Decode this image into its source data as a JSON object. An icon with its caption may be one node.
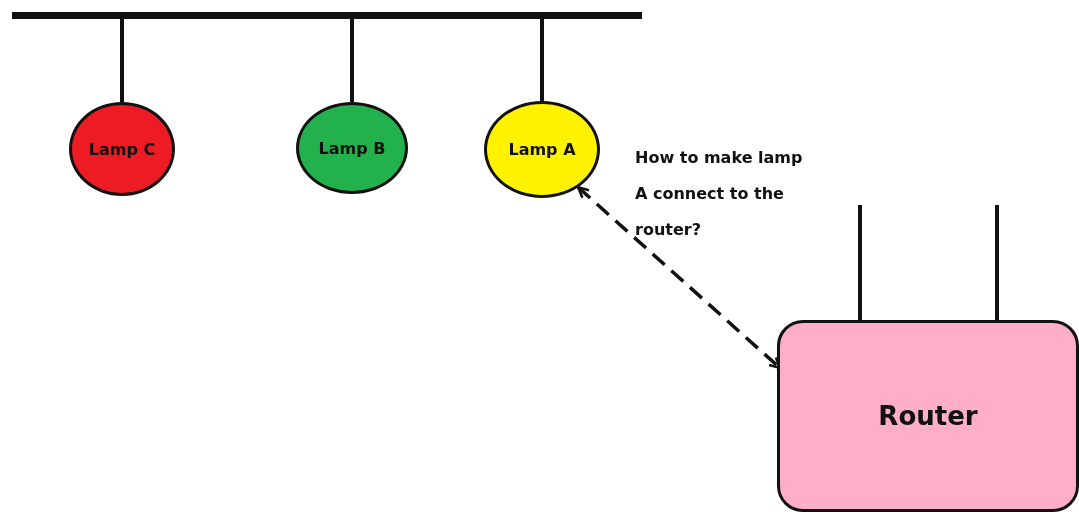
{
  "diagram": {
    "nodes": [
      {
        "text": [],
        "shape": "bar"
      },
      {
        "text": [
          "Lamp C"
        ]
      },
      {
        "text": [
          "Lamp B"
        ]
      },
      {
        "text": [
          "Lamp A"
        ]
      },
      {
        "text": [
          "Router"
        ]
      }
    ],
    "edges": [
      {
        "from": 0,
        "to": 1,
        "arrow": "none"
      },
      {
        "from": 0,
        "to": 2,
        "arrow": "none"
      },
      {
        "from": 0,
        "to": 3,
        "arrow": "none"
      },
      {
        "from": 3,
        "to": 4,
        "arrow": "both",
        "style": "dashed"
      }
    ],
    "labels": [
      "How to make lamp A connect to the router?"
    ]
  }
}
